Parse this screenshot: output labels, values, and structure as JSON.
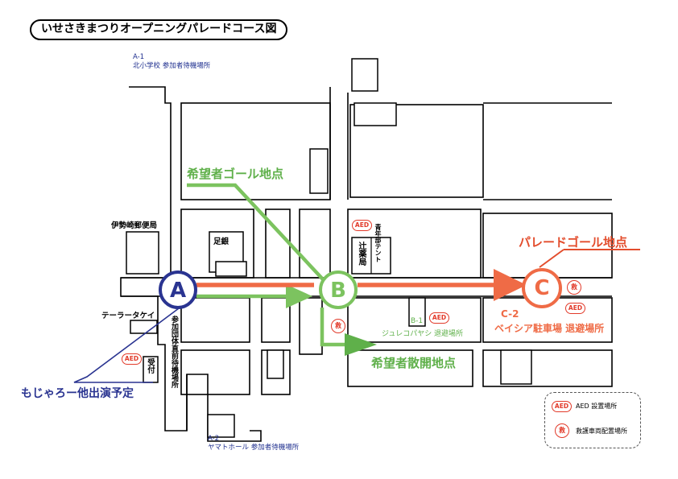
{
  "title": "いせさきまつりオープニングパレードコース図",
  "points": {
    "a": "A",
    "b": "B",
    "c": "C"
  },
  "labels": {
    "a1_code": "A-1",
    "a1_text": "北小学校 参加者待機場所",
    "a2_code": "A-2",
    "a2_text": "ヤマトホール 参加者待機場所",
    "b1_code": "B-1",
    "b1_text": "ジュレコパヤシ 退避場所",
    "c2_code": "C-2",
    "c2_text": "ベイシア駐車場 退避場所",
    "post_office": "伊勢崎郵便局",
    "ashikaga": "足銀",
    "tailor": "テーラータケイ",
    "participants_waiting": "参加団体直前待機場所",
    "reception": "受付",
    "tsuji_pharmacy": "辻薬局",
    "youth_tent": "青年部テント",
    "goal_hope": "希望者ゴール地点",
    "disband_hope": "希望者散開地点",
    "parade_goal": "パレードゴール地点",
    "mojaro": "もじゃろー他出演予定"
  },
  "badges": {
    "aed": "AED",
    "kyu": "救"
  },
  "legend": {
    "aed_text": "AED 設置場所",
    "kyu_text": "救護車両配置場所"
  },
  "colors": {
    "parade_route": "#ef6b46",
    "hope_route": "#7cc35f",
    "point_a": "#2a3491",
    "point_b": "#7cc35f",
    "point_c": "#ef6b46",
    "aed": "#e23a2a"
  }
}
